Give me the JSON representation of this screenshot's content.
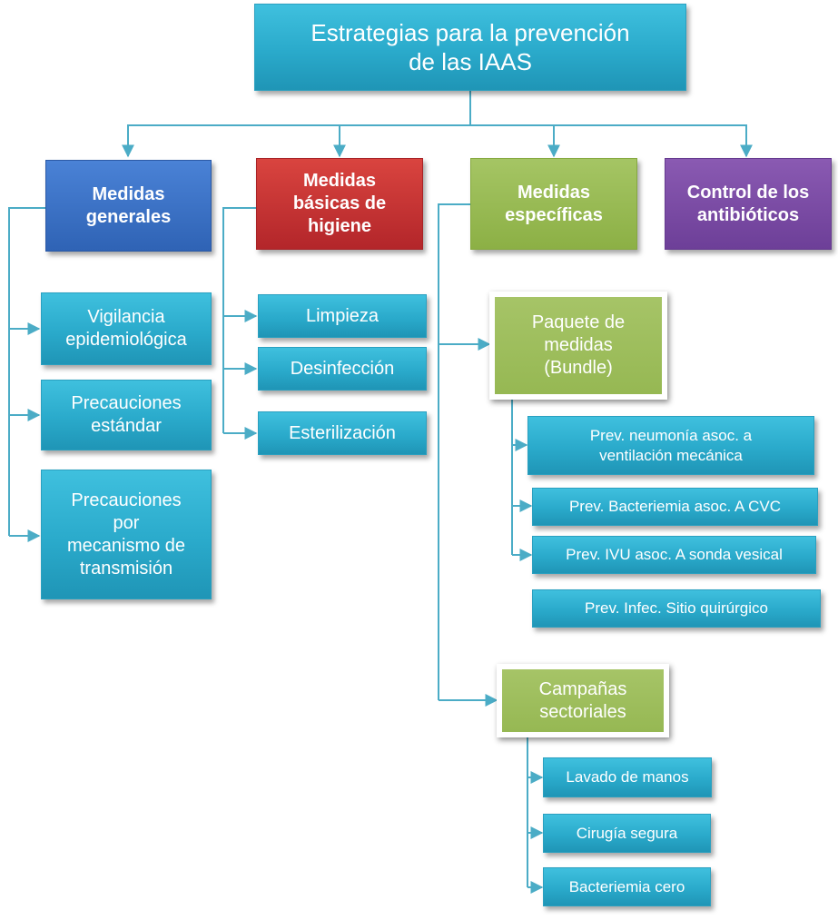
{
  "diagram": {
    "title": "Estrategias para la prevención\nde las IAAS",
    "categories": {
      "generales": "Medidas\ngenerales",
      "higiene": "Medidas\nbásicas de\nhigiene",
      "especificas": "Medidas\nespecíficas",
      "antibioticos": "Control de los\nantibióticos"
    },
    "generales_items": [
      "Vigilancia\nepidemiológica",
      "Precauciones\nestándar",
      "Precauciones\npor\nmecanismo de\ntransmisión"
    ],
    "higiene_items": [
      "Limpieza",
      "Desinfección",
      "Esterilización"
    ],
    "bundle": {
      "label": "Paquete de\nmedidas\n(Bundle)",
      "items": [
        "Prev. neumonía asoc. a\nventilación mecánica",
        "Prev. Bacteriemia asoc. A CVC",
        "Prev. IVU asoc. A sonda vesical",
        "Prev. Infec. Sitio quirúrgico"
      ]
    },
    "campanas": {
      "label": "Campañas\nsectoriales",
      "items": [
        "Lavado de manos",
        "Cirugía segura",
        "Bacteriemia cero"
      ]
    },
    "colors": {
      "connector": "#4bacc6",
      "teal": "#2aaacb",
      "blue": "#3a70c4",
      "red": "#c4322f",
      "green": "#98b954",
      "purple": "#7a4ba6"
    }
  }
}
